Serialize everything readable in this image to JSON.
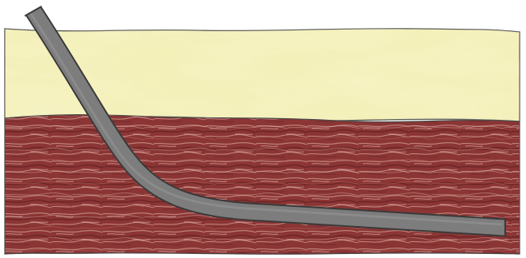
{
  "diagram": {
    "type": "cross-section",
    "layers": [
      {
        "name": "upper-layer",
        "color": "#f2efb5"
      },
      {
        "name": "lower-layer",
        "color": "#8e3a3a"
      }
    ],
    "pipe_color": "#7a7a7a",
    "outline_color": "#2f2f2f"
  }
}
